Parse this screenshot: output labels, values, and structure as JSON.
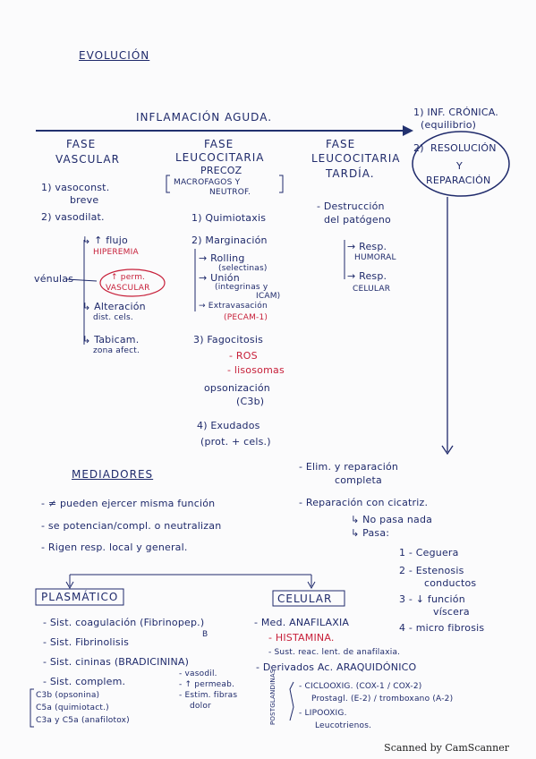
{
  "title": "EVOLUCIÓN",
  "main_arrow_label": "INFLAMACIÓN AGUDA.",
  "right_top": {
    "line1": "1) INF. CRÓNICA.",
    "line2": "(equilibrio)"
  },
  "resolution_oval": {
    "num": "2)",
    "line1": "RESOLUCIÓN",
    "line2": "Y",
    "line3": "REPARACIÓN"
  },
  "col_vascular": {
    "head1": "FASE",
    "head2": "VASCULAR",
    "item1a": "1) vasoconst.",
    "item1b": "breve",
    "item2": "2) vasodilat.",
    "sub1a": "↳ ↑ flujo",
    "sub1b": "HIPEREMIA",
    "venulas": "vénulas",
    "perm1": "↑ perm.",
    "perm2": "VASCULAR",
    "alt1": "↳ Alteración",
    "alt2": "dist. cels.",
    "tab1": "↳ Tabicam.",
    "tab2": "zona afect."
  },
  "col_precoz": {
    "head1": "FASE",
    "head2": "LEUCOCITARIA",
    "head3": "PRECOZ",
    "cells1": "MACROFAGOS Y",
    "cells2": "NEUTROF.",
    "q": "1) Quimiotaxis",
    "m": "2) Marginación",
    "r1": "→ Rolling",
    "r2": "(selectinas)",
    "u1": "→ Unión",
    "u2": "(integrinas y",
    "u3": "ICAM)",
    "e1": "→ Extravasación",
    "e2": "(PECAM-1)",
    "f": "3) Fagocitosis",
    "ros": "- ROS",
    "lis": "- lisosomas",
    "ops1": "opsonización",
    "ops2": "(C3b)",
    "ex1": "4) Exudados",
    "ex2": "(prot. + cels.)"
  },
  "col_tardia": {
    "head1": "FASE",
    "head2": "LEUCOCITARIA",
    "head3": "TARDÍA.",
    "d1": "- Destrucción",
    "d2": "del patógeno",
    "h1": "→ Resp.",
    "h2": "HUMORAL",
    "c1": "→ Resp.",
    "c2": "CELULAR"
  },
  "mediadores": {
    "title": "MEDIADORES",
    "l1": "- ≠ pueden ejercer misma función",
    "l2": "- se potencian/compl. o neutralizan",
    "l3": "- Rigen resp. local y general."
  },
  "resolucion": {
    "l1": "- Elim. y reparación",
    "l2": "completa",
    "l3": "- Reparación con cicatriz.",
    "l4": "↳ No pasa nada",
    "l5": "↳ Pasa:",
    "p1": "1 - Ceguera",
    "p2a": "2 - Estenosis",
    "p2b": "conductos",
    "p3a": "3 - ↓ función",
    "p3b": "víscera",
    "p4": "4 - micro fibrosis"
  },
  "plasmatico": {
    "title": "PLASMÁTICO",
    "l1": "- Sist. coagulación (Fibrinopep.)",
    "l1b": "B",
    "l2": "- Sist. Fibrinolisis",
    "l3": "- Sist. cininas (BRADICININA)",
    "l4": "- Sist. complem.",
    "v1": "- vasodil.",
    "v2": "- ↑ permeab.",
    "v3": "- Estim. fibras",
    "v4": "dolor",
    "c1": "C3b (opsonina)",
    "c2": "C5a (quimiotact.)",
    "c3": "C3a y C5a (anafilotox)"
  },
  "celular": {
    "title": "CELULAR",
    "l1": "- Med. ANAFILAXIA",
    "l2": "- HISTAMINA.",
    "l3": "- Sust. reac. lent. de anafilaxia.",
    "l4": "- Derivados Ac. ARAQUIDÓNICO",
    "pf": "POSTGLANDINAS",
    "c1": "- CICLOOXIG. (COX-1 / COX-2)",
    "c2": "Prostagl. (E-2) / tromboxano (A-2)",
    "c3": "- LIPOOXIG.",
    "c4": "Leucotrienos."
  },
  "footer": "Scanned by CamScanner"
}
